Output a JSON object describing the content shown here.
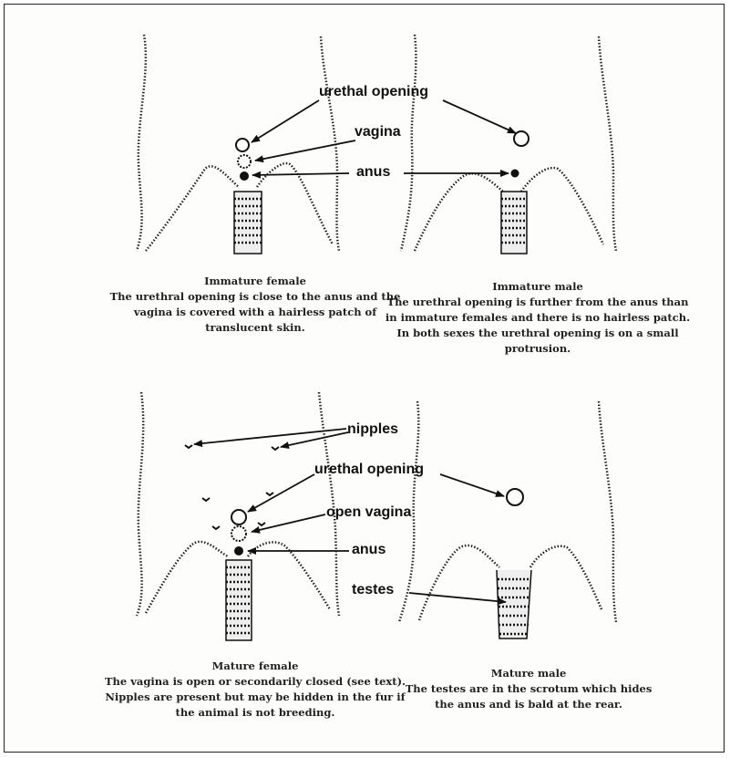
{
  "labels": {
    "urethal_top": "urethal opening",
    "vagina": "vagina",
    "anus_top": "anus",
    "nipples": "nipples",
    "urethal_bottom": "urethal opening",
    "open_vagina": "open vagina",
    "anus_bottom": "anus",
    "testes": "testes"
  },
  "captions": {
    "immature_female": {
      "title": "Immature    female",
      "body": "The urethral opening is close to the anus and the vagina is covered with a hairless patch of translucent skin."
    },
    "immature_male": {
      "title": "Immature    male",
      "body": "The urethral opening is further from the anus than in immature females and there is no hairless patch.  In both sexes the urethral opening is on a small protrusion."
    },
    "mature_female": {
      "title": "Mature    female",
      "body": "The vagina is open or secondarily closed (see text).  Nipples are present but may be hidden in the fur if the animal is not breeding."
    },
    "mature_male": {
      "title": "Mature    male",
      "body": "The testes are in the scrotum which hides the anus and is bald at the rear."
    }
  }
}
